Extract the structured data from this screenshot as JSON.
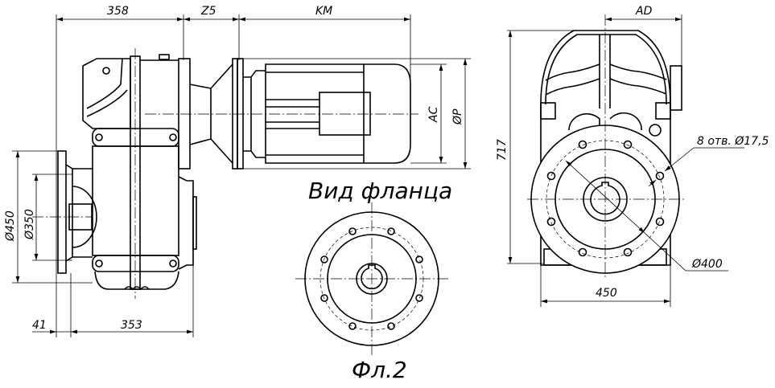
{
  "side_view": {
    "dim_358": "358",
    "dim_z5": "Z5",
    "dim_km": "KM",
    "dim_ac": "AC",
    "dim_p": "ØP",
    "dim_450": "Ø450",
    "dim_350": "Ø350",
    "dim_41": "41",
    "dim_353": "353"
  },
  "flange_view": {
    "title": "Вид фланца",
    "caption": "Фл.2"
  },
  "front_view": {
    "dim_ad": "AD",
    "dim_717": "717",
    "dim_450": "450",
    "holes_note": "8 отв. Ø17,5",
    "dim_400": "Ø400"
  }
}
